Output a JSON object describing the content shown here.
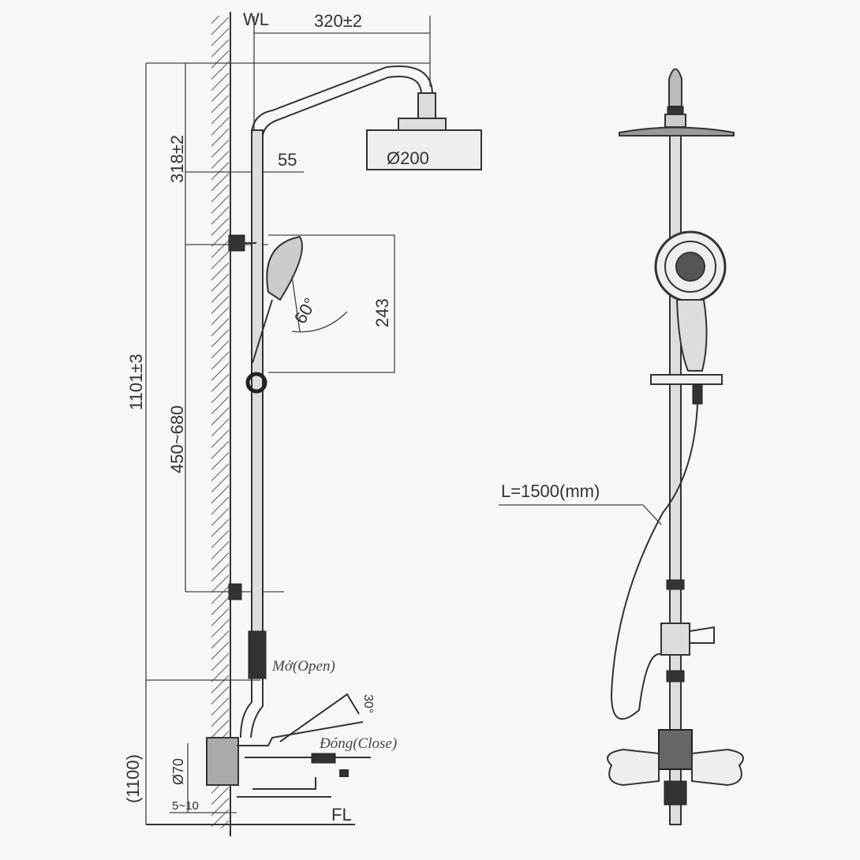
{
  "side_view": {
    "wall_label": "WL",
    "floor_label": "FL",
    "arm_reach": "320±2",
    "top_to_arm": "318±2",
    "wall_offset": "55",
    "head_diameter": "Ø200",
    "handshower_range": "243",
    "handshower_angle": "60°",
    "total_height": "1101±3",
    "bracket_spacing": "450~680",
    "mixer_height": "(1100)",
    "flange_diameter": "Ø70",
    "wall_gap": "5~10",
    "lever_angle": "30°",
    "open_label": "Mở(Open)",
    "close_label": "Đóng(Close)"
  },
  "front_view": {
    "hose_length": "L=1500(mm)"
  }
}
